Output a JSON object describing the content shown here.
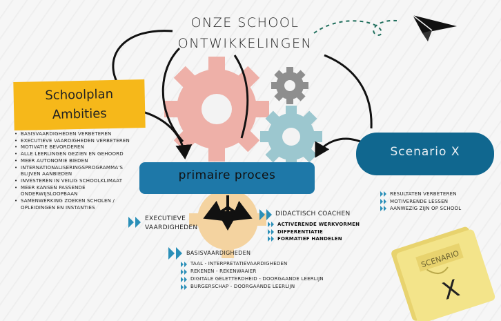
{
  "title": {
    "line1": "ONZE SCHOOL",
    "line2": "ONTWIKKELINGEN"
  },
  "schoolplan": {
    "line1": "Schoolplan",
    "line2": "Ambities"
  },
  "ambitions": [
    "BASISVAARDIGHEDEN VERBETEREN",
    "EXECUTIEVE VAARDIGHEDEN VERBETEREN",
    "MOTIVATIE BEVORDEREN",
    "ALLE LEERLINGEN GEZIEN EN GEHOORD",
    "MEER AUTONOMIE BIEDEN",
    "INTERNATIONALISERINGSPROGRAMMA'S",
    "BLIJVEN AANBIEDEN",
    "INVESTEREN IN VEILIG SCHOOLKLIMAAT",
    "MEER KANSEN PASSENDE",
    "ONDERWIJSLOOPBAAN",
    "SAMENWERKING ZOEKEN SCHOLEN /",
    "OPLEIDINGEN EN INSTANTIES"
  ],
  "primaire": {
    "label": "primaire proces"
  },
  "scenario": {
    "label": "Scenario X"
  },
  "scenario_results": [
    "RESULTATEN VERBETEREN",
    "MOTIVERENDE LESSEN",
    "AANWEZIG ZIJN OP SCHOOL"
  ],
  "executieve": {
    "line1": "EXECUTIEVE",
    "line2": "VAARDIGHEDEN"
  },
  "didactisch": {
    "heading": "DIDACTISCH COACHEN",
    "items": [
      "ACTIVERENDE WERKVORMEN",
      "DIFFERENTIATIE",
      "FORMATIEF HANDELEN"
    ]
  },
  "basis": {
    "heading": "BASISVAARDIGHEDEN",
    "items": [
      "TAAL - INTERPRETATIEVAARDIGHEDEN",
      "REKENEN - REKENWAAIER",
      "DIGITALE GELETTERDHEID - DOORGAANDE LEERLIJN",
      "BURGERSCHAP - DOORGAANDE LEERLIJN"
    ]
  },
  "folder": {
    "tab": "SCENARIO",
    "mark": "X"
  },
  "colors": {
    "yellow": "#f6b81a",
    "blue": "#1e78a8",
    "dark_blue": "#10678f",
    "pink_gear": "#eeb0a8",
    "teal_gear": "#9cc7cf",
    "grey_gear": "#8e8e8e",
    "peach_gear": "#f4d3a0",
    "teal_chevron": "#2a8fb8",
    "folder": "#f3e48a"
  }
}
